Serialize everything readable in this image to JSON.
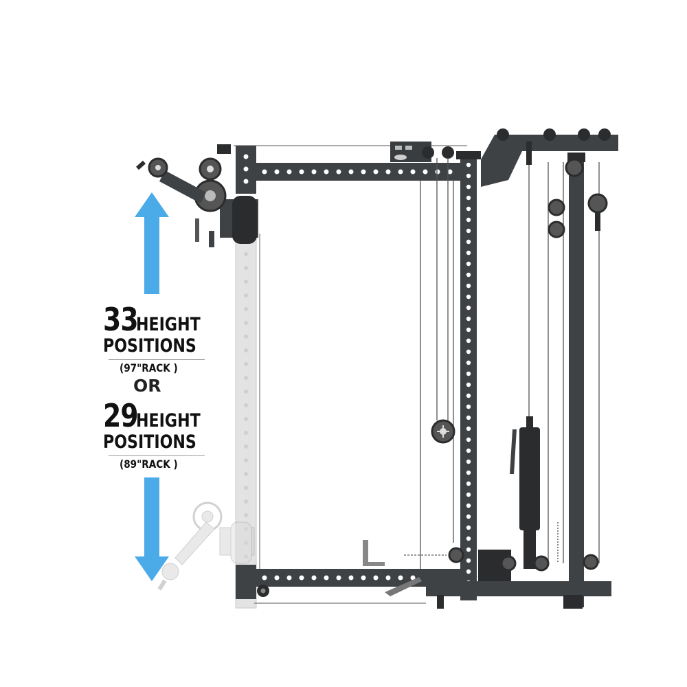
{
  "callout_top": {
    "count": "33",
    "word": "HEIGHT",
    "label": "POSITIONS",
    "rack": "(97\"RACK )"
  },
  "separator": "OR",
  "callout_bottom": {
    "count": "29",
    "word": "HEIGHT",
    "label": "POSITIONS",
    "rack": "(89\"RACK )"
  },
  "colors": {
    "arrow": "#4aabe8",
    "frame": "#3f4245",
    "frame_dark": "#2a2c2e",
    "ghost": "#d9d9d9",
    "cable": "#555555"
  }
}
